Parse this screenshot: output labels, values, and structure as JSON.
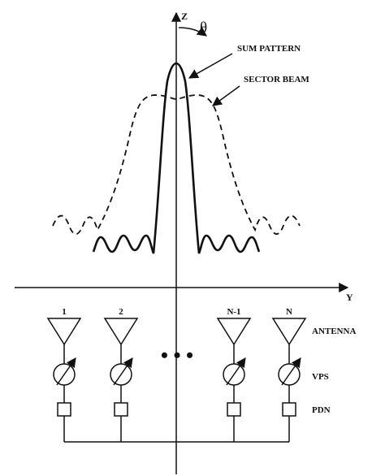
{
  "axes": {
    "z_label": "Z",
    "y_label": "Y",
    "angle_label": "θ"
  },
  "patterns": {
    "sum_label": "SUM PATTERN",
    "sector_label": "SECTOR BEAM"
  },
  "array": {
    "elements": [
      "1",
      "2",
      "N-1",
      "N"
    ],
    "ellipsis": "• • •",
    "antenna_label": "ANTENNA",
    "vps_label": "VPS",
    "pdn_label": "PDN"
  }
}
